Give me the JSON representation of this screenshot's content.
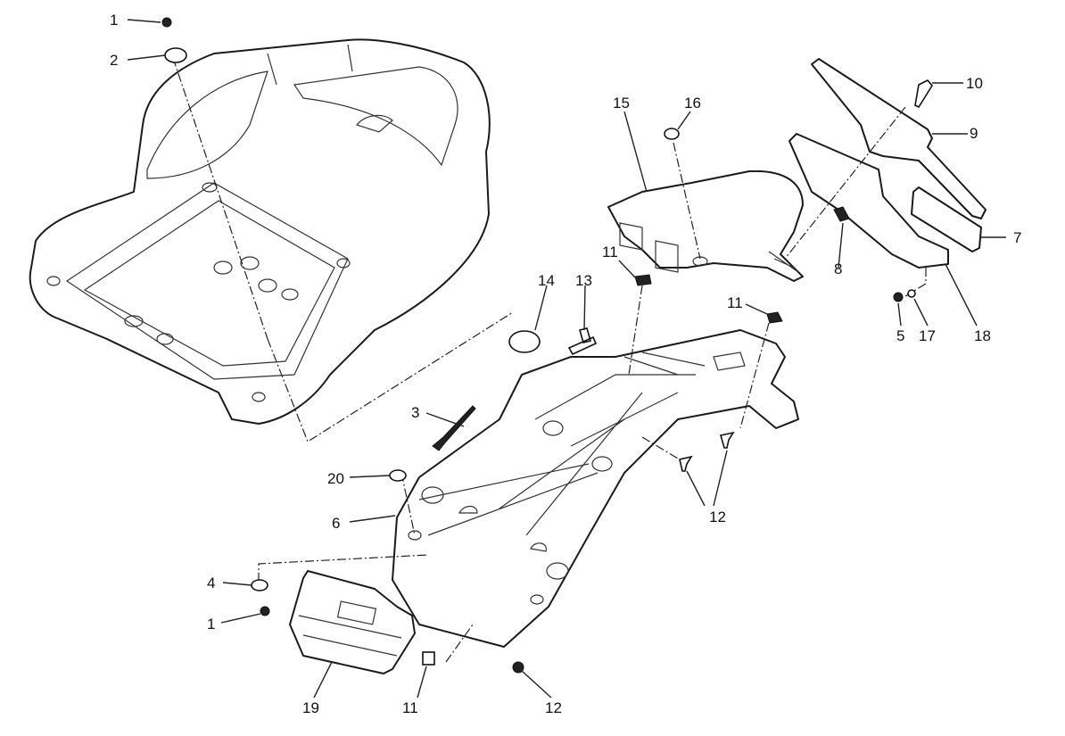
{
  "diagram": {
    "type": "exploded parts diagram",
    "colors": {
      "line": "#1a1a1a",
      "background": "#ffffff"
    },
    "callouts": [
      {
        "id": "c1a",
        "label": "1"
      },
      {
        "id": "c2",
        "label": "2"
      },
      {
        "id": "c3",
        "label": "3"
      },
      {
        "id": "c4",
        "label": "4"
      },
      {
        "id": "c1b",
        "label": "1"
      },
      {
        "id": "c5",
        "label": "5"
      },
      {
        "id": "c6",
        "label": "6"
      },
      {
        "id": "c7",
        "label": "7"
      },
      {
        "id": "c8",
        "label": "8"
      },
      {
        "id": "c9",
        "label": "9"
      },
      {
        "id": "c10",
        "label": "10"
      },
      {
        "id": "c11a",
        "label": "11"
      },
      {
        "id": "c11b",
        "label": "11"
      },
      {
        "id": "c11c",
        "label": "11"
      },
      {
        "id": "c12a",
        "label": "12"
      },
      {
        "id": "c12b",
        "label": "12"
      },
      {
        "id": "c13",
        "label": "13"
      },
      {
        "id": "c14",
        "label": "14"
      },
      {
        "id": "c15",
        "label": "15"
      },
      {
        "id": "c16",
        "label": "16"
      },
      {
        "id": "c17",
        "label": "17"
      },
      {
        "id": "c18",
        "label": "18"
      },
      {
        "id": "c19",
        "label": "19"
      },
      {
        "id": "c20",
        "label": "20"
      }
    ]
  }
}
